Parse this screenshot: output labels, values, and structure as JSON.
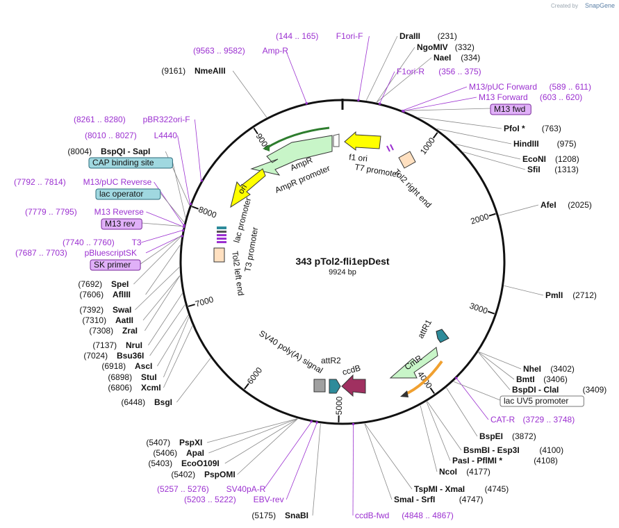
{
  "brand": {
    "created_by": "Created by",
    "name": "SnapGene"
  },
  "map": {
    "name": "343 pTol2-fli1epDest",
    "length": "9924 bp"
  },
  "ticks": [
    {
      "label": "1000",
      "pos": 1000
    },
    {
      "label": "2000",
      "pos": 2000
    },
    {
      "label": "3000",
      "pos": 3000
    },
    {
      "label": "4000",
      "pos": 4000
    },
    {
      "label": "5000",
      "pos": 5000
    },
    {
      "label": "6000",
      "pos": 6000
    },
    {
      "label": "7000",
      "pos": 7000
    },
    {
      "label": "8000",
      "pos": 8000
    },
    {
      "label": "9000",
      "pos": 9000
    }
  ],
  "sites": [
    {
      "name": "DraIII",
      "pos_text": "(231)",
      "pos": 231
    },
    {
      "name": "NgoMIV",
      "pos_text": "(332)",
      "pos": 332
    },
    {
      "name": "NaeI",
      "pos_text": "(334)",
      "pos": 334
    },
    {
      "name": "PfoI *",
      "pos_text": "(763)",
      "pos": 763
    },
    {
      "name": "HindIII",
      "pos_text": "(975)",
      "pos": 975
    },
    {
      "name": "EcoNI",
      "pos_text": "(1208)",
      "pos": 1208
    },
    {
      "name": "SfiI",
      "pos_text": "(1313)",
      "pos": 1313
    },
    {
      "name": "AfeI",
      "pos_text": "(2025)",
      "pos": 2025
    },
    {
      "name": "PmlI",
      "pos_text": "(2712)",
      "pos": 2712
    },
    {
      "name": "NheI",
      "pos_text": "(3402)",
      "pos": 3402
    },
    {
      "name": "BmtI",
      "pos_text": "(3406)",
      "pos": 3406
    },
    {
      "name": "BspDI - ClaI",
      "pos_text": "(3409)",
      "pos": 3409
    },
    {
      "name": "BspEI",
      "pos_text": "(3872)",
      "pos": 3872
    },
    {
      "name": "BsmBI - Esp3I",
      "pos_text": "(4100)",
      "pos": 4100
    },
    {
      "name": "PasI - PflMI *",
      "pos_text": "(4108)",
      "pos": 4108
    },
    {
      "name": "NcoI",
      "pos_text": "(4177)",
      "pos": 4177
    },
    {
      "name": "TspMI - XmaI",
      "pos_text": "(4745)",
      "pos": 4745
    },
    {
      "name": "SmaI - SrfI",
      "pos_text": "(4747)",
      "pos": 4747
    },
    {
      "name": "SnaBI",
      "pos_text": "(5175)",
      "pos": 5175
    },
    {
      "name": "PspOMI",
      "pos_text": "(5402)",
      "pos": 5402
    },
    {
      "name": "EcoO109I",
      "pos_text": "(5403)",
      "pos": 5403
    },
    {
      "name": "ApaI",
      "pos_text": "(5406)",
      "pos": 5406
    },
    {
      "name": "PspXI",
      "pos_text": "(5407)",
      "pos": 5407
    },
    {
      "name": "BsgI",
      "pos_text": "(6448)",
      "pos": 6448
    },
    {
      "name": "XcmI",
      "pos_text": "(6806)",
      "pos": 6806
    },
    {
      "name": "StuI",
      "pos_text": "(6898)",
      "pos": 6898
    },
    {
      "name": "AscI",
      "pos_text": "(6918)",
      "pos": 6918
    },
    {
      "name": "Bsu36I",
      "pos_text": "(7024)",
      "pos": 7024
    },
    {
      "name": "NruI",
      "pos_text": "(7137)",
      "pos": 7137
    },
    {
      "name": "ZraI",
      "pos_text": "(7308)",
      "pos": 7308
    },
    {
      "name": "AatII",
      "pos_text": "(7310)",
      "pos": 7310
    },
    {
      "name": "SwaI",
      "pos_text": "(7392)",
      "pos": 7392
    },
    {
      "name": "AflIII",
      "pos_text": "(7606)",
      "pos": 7606
    },
    {
      "name": "SpeI",
      "pos_text": "(7692)",
      "pos": 7692
    },
    {
      "name": "BspQI - SapI",
      "pos_text": "(8004)",
      "pos": 8004
    },
    {
      "name": "NmeAIII",
      "pos_text": "(9161)",
      "pos": 9161
    }
  ],
  "primers": [
    {
      "name": "F1ori-F",
      "range": "(144 .. 165)",
      "pos": 155
    },
    {
      "name": "Amp-R",
      "range": "(9563 .. 9582)",
      "pos": 9572
    },
    {
      "name": "F1ori-R",
      "range": "(356 .. 375)",
      "pos": 365
    },
    {
      "name": "M13/pUC Forward",
      "range": "(589 .. 611)",
      "pos": 600
    },
    {
      "name": "M13 Forward",
      "range": "(603 .. 620)",
      "pos": 611
    },
    {
      "name": "pBR322ori-F",
      "range": "(8261 .. 8280)",
      "pos": 8270
    },
    {
      "name": "L4440",
      "range": "(8010 .. 8027)",
      "pos": 8018
    },
    {
      "name": "M13/pUC Reverse",
      "range": "(7792 .. 7814)",
      "pos": 7803
    },
    {
      "name": "M13 Reverse",
      "range": "(7779 .. 7795)",
      "pos": 7787
    },
    {
      "name": "T3",
      "range": "(7740 .. 7760)",
      "pos": 7750
    },
    {
      "name": "pBluescriptSK",
      "range": "(7687 .. 7703)",
      "pos": 7695
    },
    {
      "name": "CAT-R",
      "range": "(3729 .. 3748)",
      "pos": 3738
    },
    {
      "name": "SV40pA-R",
      "range": "(5257 .. 5276)",
      "pos": 5266
    },
    {
      "name": "EBV-rev",
      "range": "(5203 .. 5222)",
      "pos": 5212
    },
    {
      "name": "ccdB-fwd",
      "range": "(4848 .. 4867)",
      "pos": 4857
    }
  ],
  "boxed_features": [
    {
      "name": "M13 fwd",
      "style": "purple",
      "pos": 610
    },
    {
      "name": "CAP binding site",
      "style": "teal",
      "pos": 7880
    },
    {
      "name": "lac operator",
      "style": "teal",
      "pos": 7830
    },
    {
      "name": "M13 rev",
      "style": "purple",
      "pos": 7790
    },
    {
      "name": "SK primer",
      "style": "purple",
      "pos": 7700
    },
    {
      "name": "lac UV5 promoter",
      "style": "white",
      "pos": 3780
    }
  ],
  "features": {
    "f1_ori": "f1 ori",
    "t7_promoter": "T7 promoter",
    "tol2_right_end": "Tol2 right end",
    "ampr": "AmpR",
    "ampr_promoter": "AmpR promoter",
    "ori": "ori",
    "lac_promoter": "lac promoter",
    "t3_promoter": "T3 promoter",
    "tol2_left_end": "Tol2 left end",
    "attr1": "attR1",
    "cmr": "CmR",
    "ccdb": "ccdB",
    "attr2": "attR2",
    "sv40_polya": "SV40 poly(A) signal"
  },
  "colors": {
    "primer": "#9b30d0",
    "ampr": "#c8f5c8",
    "ori": "#ffff00",
    "f1ori": "#d7d7d7",
    "t7": "#ffff00",
    "tol2": "#ffe0c0",
    "attr": "#2e8b9a",
    "ccdb": "#a03060",
    "sv40": "#a0a0a0",
    "cmr": "#c8f5c8",
    "lac_box": "#a0d8e0",
    "purple_box": "#e0b0f8"
  }
}
